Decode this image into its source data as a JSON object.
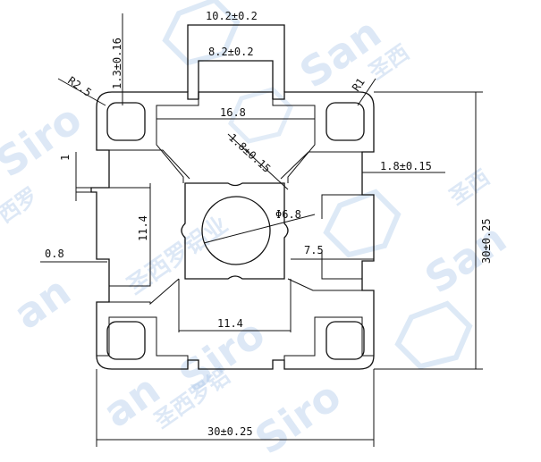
{
  "dimensions": {
    "top_slot_outer": "10.2±0.2",
    "top_slot_inner": "8.2±0.2",
    "top_wall": "1.3±0.16",
    "corner_radius_left": "R2.5",
    "corner_radius_right": "R1",
    "inner_width": "16.8",
    "diag_wall": "1.8±0.15",
    "right_wall": "1.8±0.15",
    "lip_left": "1",
    "core_height": "11.4",
    "core_width": "11.4",
    "bore": "Φ6.8",
    "slot_depth": "7.5",
    "lip_side": "0.8",
    "height_overall": "30±0.25",
    "width_overall": "30±0.25"
  },
  "watermark": {
    "brand": "Siro",
    "brand_alt": "San",
    "brand_alt2": "an",
    "chinese_1": "圣西罗铝业",
    "chinese_2": "西罗",
    "chinese_3": "圣西",
    "chinese_4": "圣西罗铝"
  }
}
